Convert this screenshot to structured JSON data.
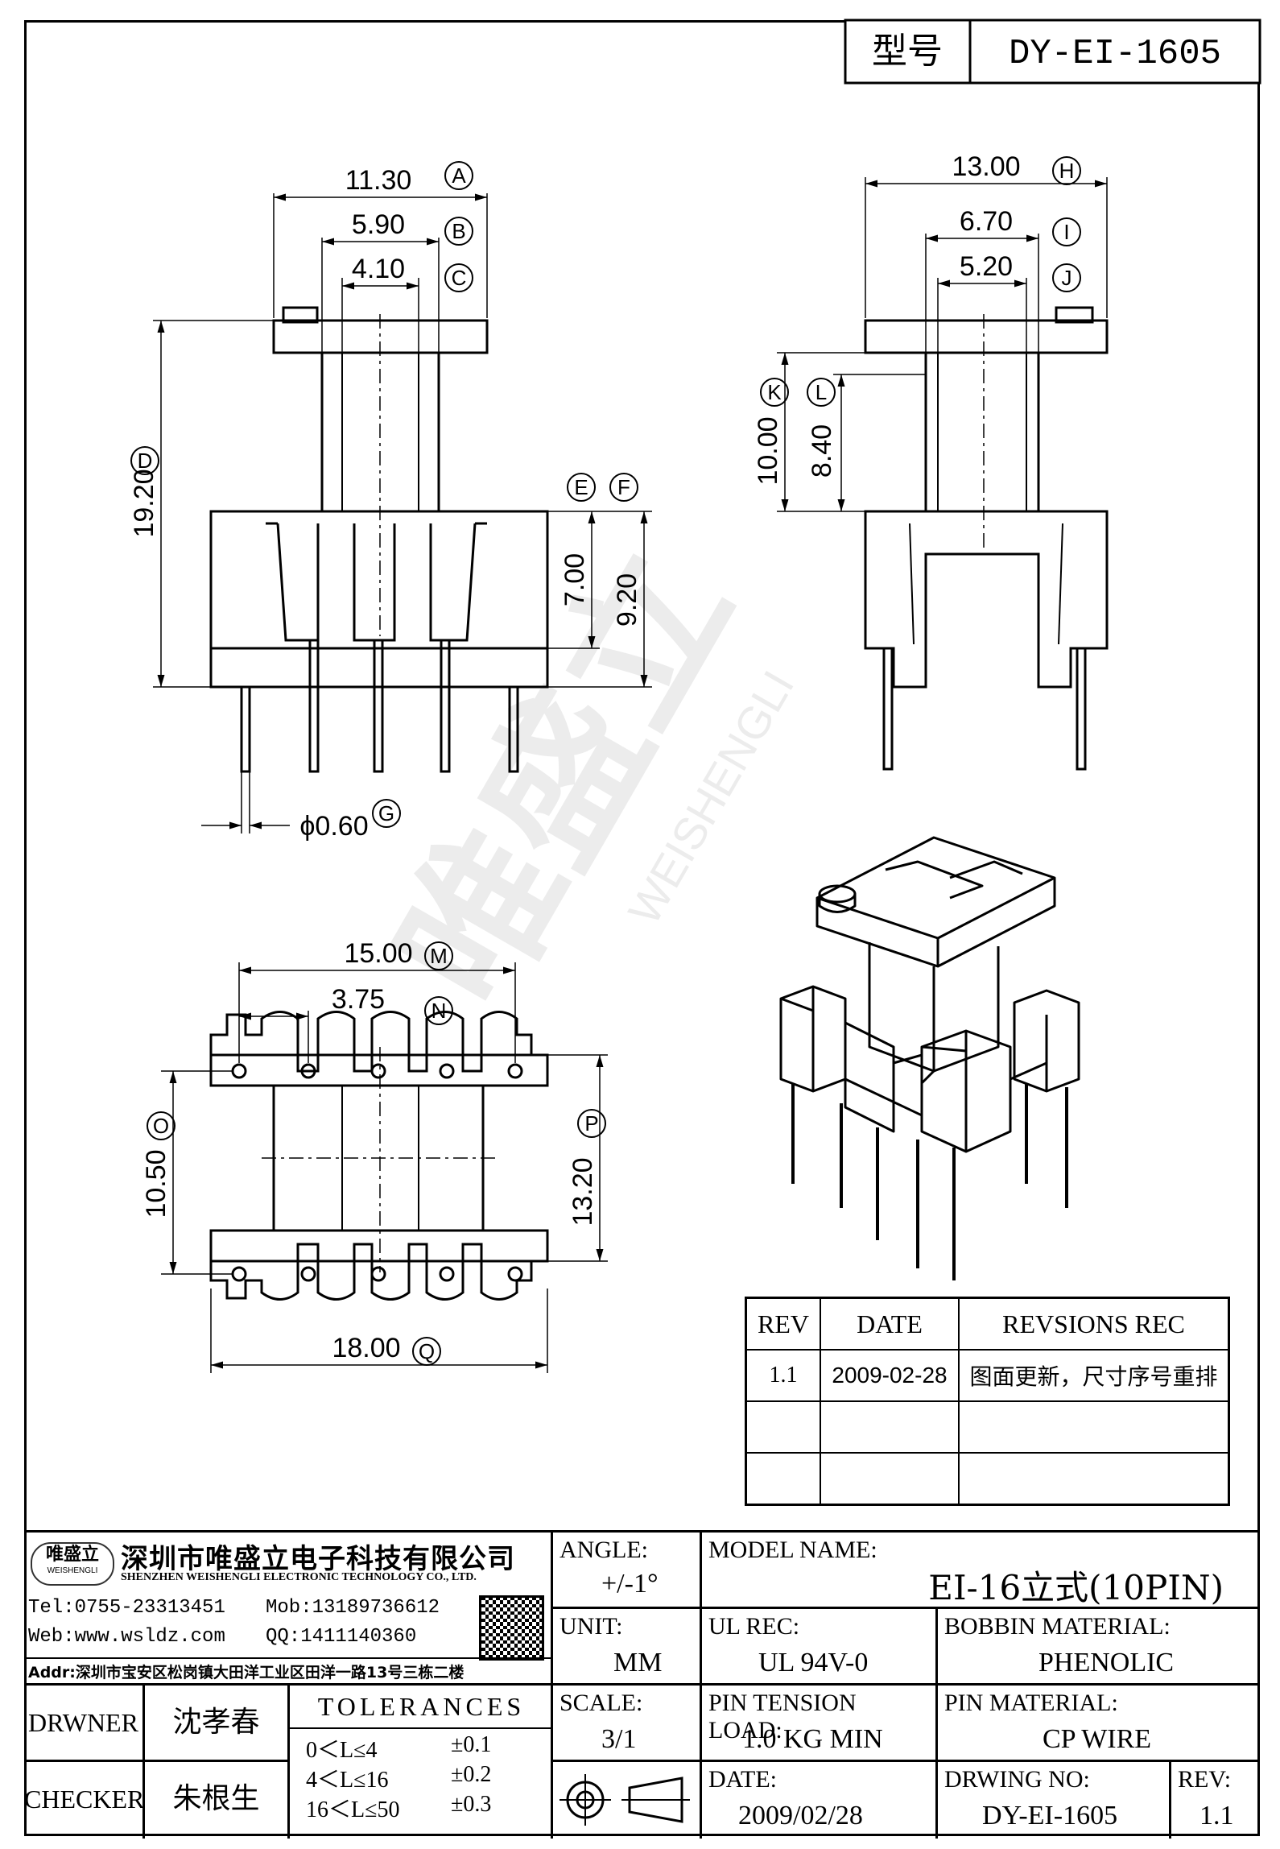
{
  "header": {
    "type_label": "型号",
    "part_number": "DY-EI-1605"
  },
  "dimensions": {
    "A": {
      "value": "11.30",
      "tag": "A"
    },
    "B": {
      "value": "5.90",
      "tag": "B"
    },
    "C": {
      "value": "4.10",
      "tag": "C"
    },
    "D": {
      "value": "19.20",
      "tag": "D"
    },
    "E": {
      "value": "7.00",
      "tag": "E"
    },
    "F": {
      "value": "9.20",
      "tag": "F"
    },
    "G": {
      "value": "ϕ0.60",
      "tag": "G"
    },
    "H": {
      "value": "13.00",
      "tag": "H"
    },
    "I": {
      "value": "6.70",
      "tag": "I"
    },
    "J": {
      "value": "5.20",
      "tag": "J"
    },
    "K": {
      "value": "10.00",
      "tag": "K"
    },
    "L": {
      "value": "8.40",
      "tag": "L"
    },
    "M": {
      "value": "15.00",
      "tag": "M"
    },
    "N": {
      "value": "3.75",
      "tag": "N"
    },
    "O": {
      "value": "10.50",
      "tag": "O"
    },
    "P": {
      "value": "13.20",
      "tag": "P"
    },
    "Q": {
      "value": "18.00",
      "tag": "Q"
    }
  },
  "watermark": {
    "brand_cn": "唯盛立",
    "brand_en": "WEISHENGLI"
  },
  "revisions": {
    "headers": [
      "REV",
      "DATE",
      "REVSIONS REC"
    ],
    "rows": [
      {
        "rev": "1.1",
        "date": "2009-02-28",
        "rec": "图面更新，尺寸序号重排"
      },
      {
        "rev": "",
        "date": "",
        "rec": ""
      },
      {
        "rev": "",
        "date": "",
        "rec": ""
      }
    ]
  },
  "company": {
    "name_cn": "深圳市唯盛立电子科技有限公司",
    "name_en": "SHENZHEN WEISHENGLI ELECTRONIC TECHNOLOGY CO., LTD.",
    "logo_text": "唯盛立",
    "logo_sub": "WEISHENGLI",
    "tel": "Tel:0755-23313451",
    "mob": "Mob:13189736612",
    "web": "Web:www.wsldz.com",
    "qq": "QQ:1411140360",
    "addr": "Addr:深圳市宝安区松岗镇大田洋工业区田洋一路13号三栋二楼"
  },
  "titleblock": {
    "angle_label": "ANGLE:",
    "angle_value": "+/-1°",
    "model_label": "MODEL NAME:",
    "model_value": "EI-16立式(10PIN)",
    "unit_label": "UNIT:",
    "unit_value": "MM",
    "ul_label": "UL REC:",
    "ul_value": "UL 94V-0",
    "bobbin_label": "BOBBIN MATERIAL:",
    "bobbin_value": "PHENOLIC",
    "scale_label": "SCALE:",
    "scale_value": "3/1",
    "pin_tension_label": "PIN TENSION LOAD:",
    "pin_tension_value": "1.0 KG MIN",
    "pin_material_label": "PIN MATERIAL:",
    "pin_material_value": "CP WIRE",
    "date_label": "DATE:",
    "date_value": "2009/02/28",
    "drwing_label": "DRWING NO:",
    "drwing_value": "DY-EI-1605",
    "rev_label": "REV:",
    "rev_value": "1.1",
    "drwner_label": "DRWNER",
    "drwner_value": "沈孝春",
    "checker_label": "CHECKER",
    "checker_value": "朱根生",
    "tolerances_label": "TOLERANCES",
    "tolerances": [
      {
        "range": "0＜L≤4",
        "tol": "±0.1"
      },
      {
        "range": "4＜L≤16",
        "tol": "±0.2"
      },
      {
        "range": "16＜L≤50",
        "tol": "±0.3"
      }
    ]
  }
}
